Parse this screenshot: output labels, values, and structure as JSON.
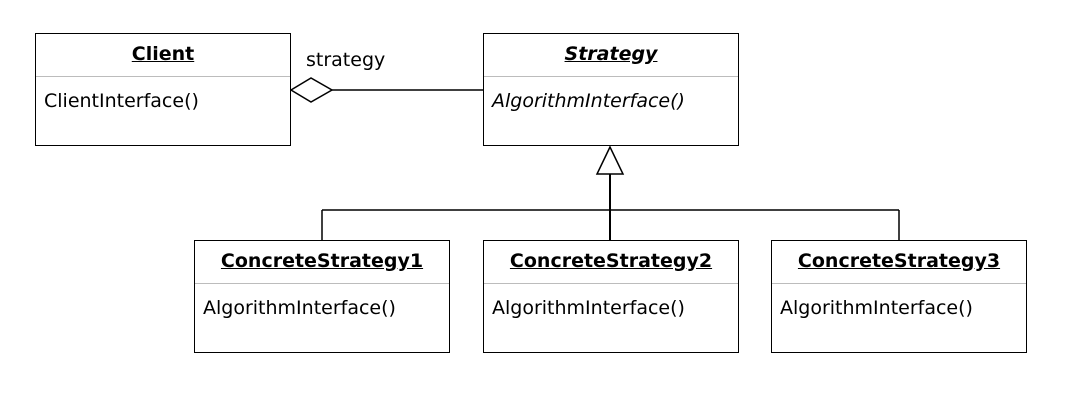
{
  "diagram": {
    "classes": {
      "client": {
        "name": "Client",
        "operations": [
          "ClientInterface()"
        ]
      },
      "strategy": {
        "name": "Strategy",
        "abstract": true,
        "operations": [
          "AlgorithmInterface()"
        ]
      },
      "concrete_strategy_1": {
        "name": "ConcreteStrategy1",
        "operations": [
          "AlgorithmInterface()"
        ]
      },
      "concrete_strategy_2": {
        "name": "ConcreteStrategy2",
        "operations": [
          "AlgorithmInterface()"
        ]
      },
      "concrete_strategy_3": {
        "name": "ConcreteStrategy3",
        "operations": [
          "AlgorithmInterface()"
        ]
      }
    },
    "relationships": {
      "aggregation": {
        "kind": "aggregation",
        "from": "Client",
        "to": "Strategy",
        "role": "strategy"
      },
      "generalization": {
        "kind": "generalization",
        "parent": "Strategy",
        "children": [
          "ConcreteStrategy1",
          "ConcreteStrategy2",
          "ConcreteStrategy3"
        ]
      }
    },
    "colors": {
      "line": "#000000",
      "compartment_divider": "#bcbcbc",
      "background": "#ffffff"
    }
  }
}
